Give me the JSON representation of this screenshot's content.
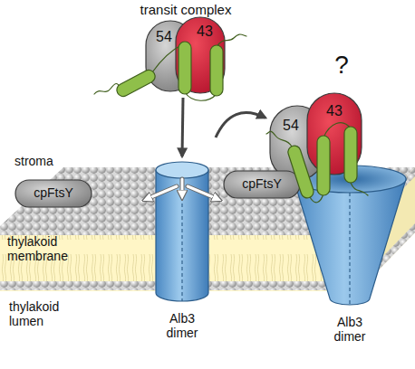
{
  "diagram": {
    "nodes": [
      {
        "text": [
          "54"
        ]
      },
      {
        "text": [
          "43"
        ]
      },
      {
        "text": [
          "cpFtsY"
        ]
      },
      {
        "text": [
          "thylakoid membrane"
        ]
      },
      {
        "text": [
          "Alb3 dimer"
        ]
      },
      {
        "text": [
          "cpFtsY"
        ]
      },
      {
        "text": [
          "54"
        ]
      },
      {
        "text": [
          "43"
        ]
      },
      {
        "text": [
          "Alb3 dimer"
        ]
      }
    ],
    "edges": [
      {
        "from": 0,
        "to": 4,
        "arrow": "to"
      },
      {
        "from": 4,
        "to": 6,
        "arrow": "to"
      }
    ],
    "labels": [
      "transit complex",
      "stroma",
      "thylakoid lumen",
      "?"
    ]
  }
}
